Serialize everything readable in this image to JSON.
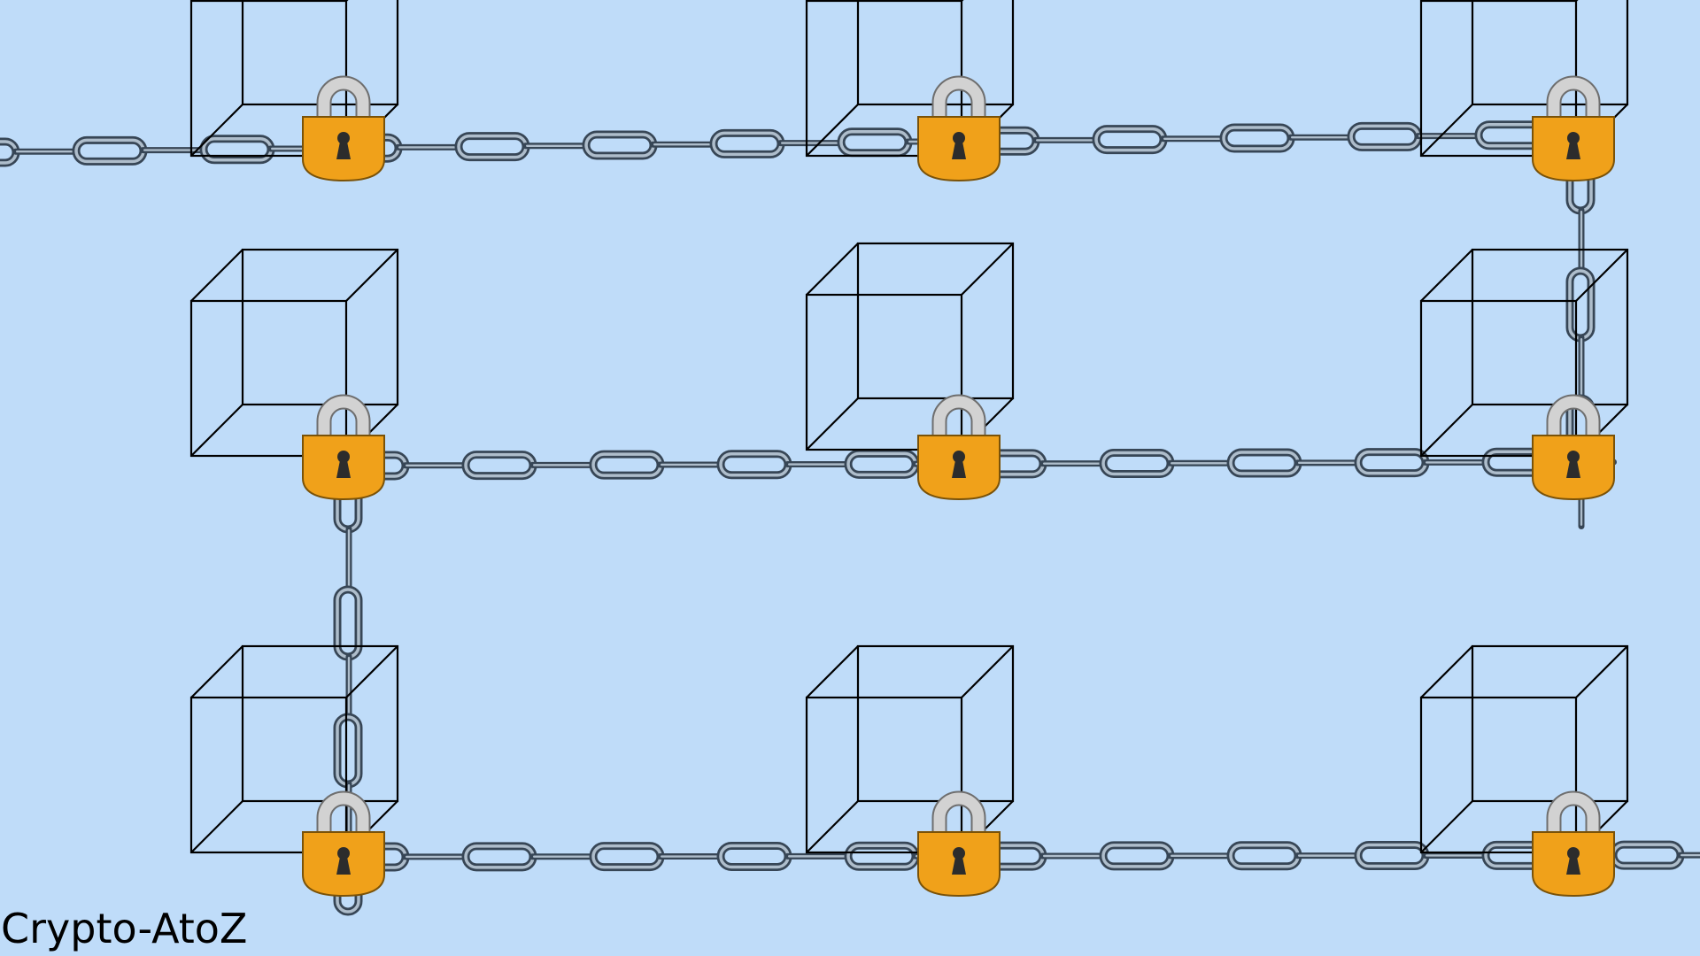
{
  "watermark": "Crypto-AtoZ",
  "colors": {
    "background": "#bfdcf9",
    "cube_stroke": "#000000",
    "lock_body": "#f0a11a",
    "lock_body_stroke": "#7a5208",
    "lock_shackle": "#d2d2d2",
    "lock_shackle_stroke": "#6e6e6e",
    "keyhole": "#2c2c2c",
    "chain_dark": "#374656",
    "chain_light": "#aebdcb"
  },
  "icons": {
    "block": "cube-icon",
    "lock": "padlock-icon",
    "link": "chain-icon"
  },
  "grid": {
    "rows": 3,
    "columns": 3
  }
}
